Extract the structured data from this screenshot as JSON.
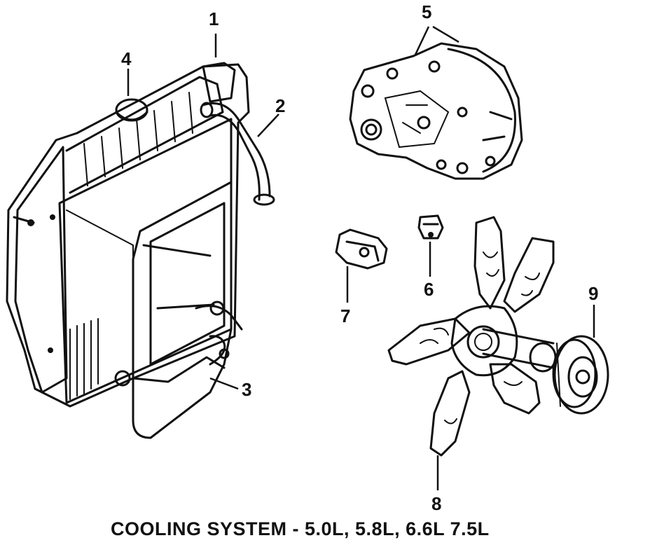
{
  "caption": "COOLING SYSTEM - 5.0L, 5.8L, 6.6L 7.5L",
  "callouts": {
    "c1": "1",
    "c2": "2",
    "c3": "3",
    "c4": "4",
    "c5": "5",
    "c6": "6",
    "c7": "7",
    "c8": "8",
    "c9": "9"
  },
  "colors": {
    "ink": "#111111",
    "paper": "#ffffff"
  }
}
